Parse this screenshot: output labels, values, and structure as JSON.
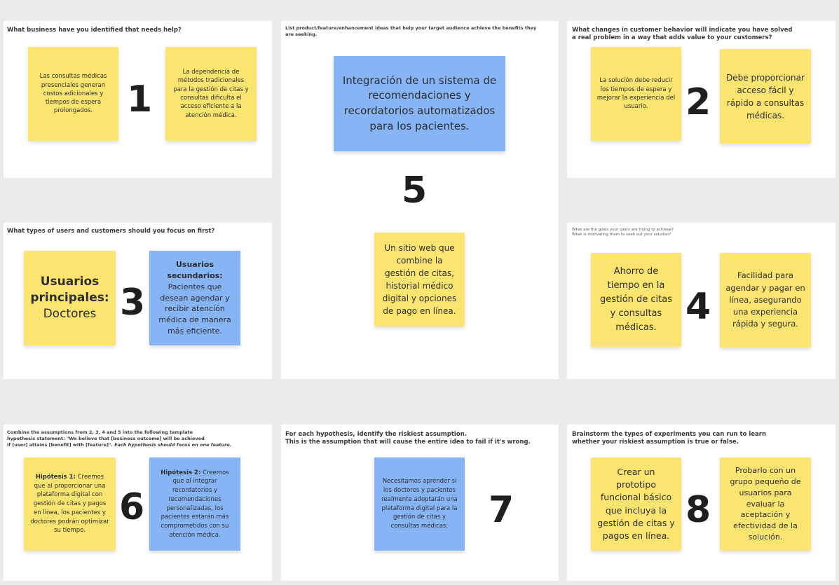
{
  "frames": {
    "f1": {
      "question": "What business have you identified that needs help?",
      "number": "1",
      "sticky_a": "Las consultas médicas presenciales generan costos adicionales y tiempos de espera prolongados.",
      "sticky_b": "La dependencia de métodos tradicionales para la gestión de citas y consultas dificulta el acceso eficiente a la atención médica."
    },
    "f2": {
      "question_line1": "What changes in customer behavior will indicate you have solved",
      "question_line2": "a real problem in a way that adds value to your customers?",
      "number": "2",
      "sticky_a": "La solución debe reducir los tiempos de espera y mejorar la experiencia del usuario.",
      "sticky_b": "Debe proporcionar acceso fácil y rápido a consultas médicas."
    },
    "f3": {
      "question": "What types of users and customers should you focus on first?",
      "number": "3",
      "sticky_a_bold": "Usuarios principales:",
      "sticky_a_rest": "Doctores",
      "sticky_b_bold": "Usuarios secundarios:",
      "sticky_b_rest": "Pacientes que desean agendar y recibir atención médica de manera más eficiente."
    },
    "f4": {
      "question_line1": "What are the goals your users are trying to achieve?",
      "question_line2": "What is motivating them to seek out your solution?",
      "number": "4",
      "sticky_a": "Ahorro de tiempo en la gestión de citas y consultas médicas.",
      "sticky_b": "Facilidad para agendar y pagar en línea, asegurando una experiencia rápida y segura."
    },
    "f5": {
      "question": "List product/feature/enhancement ideas that help your target audience achieve the benefits they are seeking.",
      "number": "5",
      "sticky_a": "Integración de un sistema de recomendaciones y recordatorios automatizados para los pacientes.",
      "sticky_b": "Un sitio web que combine la gestión de citas, historial médico digital y opciones de pago en línea."
    },
    "f6": {
      "question_line1": "Combine the assumptions from 2, 3, 4 and 5 into the following template",
      "question_line2": "hypothesis statement: \"We believe that [business outcome] will be achieved",
      "question_line3": "if [user] attains [benefit] with [feature]\".",
      "question_italic": "Each hypothesis should focus on one feature.",
      "number": "6",
      "sticky_a_bold": "Hipótesis 1:",
      "sticky_a_rest": "Creemos que al proporcionar una plataforma digital con gestión de citas y pagos en línea, los pacientes y doctores podrán optimizar su tiempo.",
      "sticky_b_bold": "Hipótesis 2:",
      "sticky_b_rest": "Creemos que al integrar recordatorios y recomendaciones personalizadas, los pacientes estarán más comprometidos con su atención médica."
    },
    "f7": {
      "question_line1": "For each hypothesis, identify the riskiest assumption.",
      "question_line2": "This is the assumption that will cause the entire idea to fail if it's wrong.",
      "number": "7",
      "sticky_a": "Necesitamos aprender si los doctores y pacientes realmente adoptarán una plataforma digital para la gestión de citas y consultas médicas."
    },
    "f8": {
      "question_line1": "Brainstorm the types of experiments you can run to learn",
      "question_line2": "whether your riskiest assumption is true or false.",
      "number": "8",
      "sticky_a": "Crear un prototipo funcional básico que incluya la gestión de citas y pagos en línea.",
      "sticky_b": "Probarlo con un grupo pequeño de usuarios para evaluar la aceptación y efectividad de la solución."
    }
  },
  "colors": {
    "yellow": "#fbe46f",
    "blue": "#86b4f5",
    "canvas": "#ebebeb",
    "frame": "#ffffff"
  }
}
